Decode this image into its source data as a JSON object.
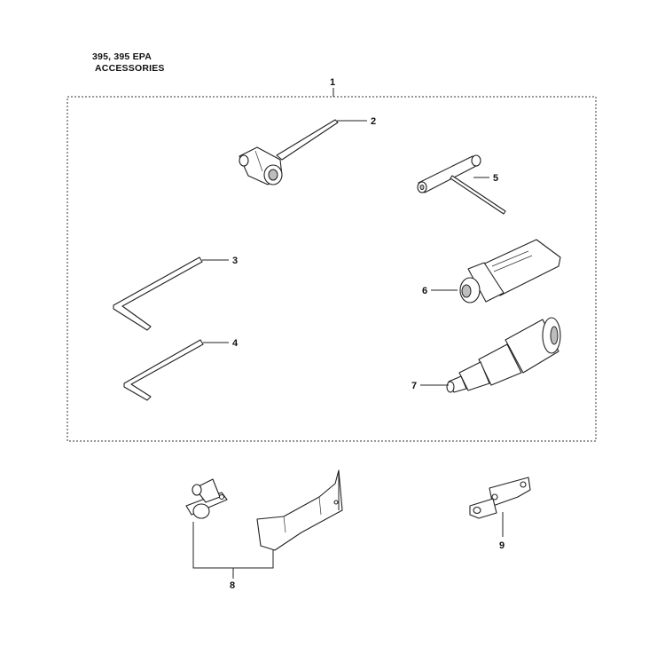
{
  "header": {
    "model": "395, 395 EPA",
    "section": "ACCESSORIES"
  },
  "callouts": [
    "1",
    "2",
    "3",
    "4",
    "5",
    "6",
    "7",
    "8",
    "9"
  ],
  "parts": [
    {
      "ref": "2",
      "icon": "combination-spanner-icon"
    },
    {
      "ref": "3",
      "icon": "hex-key-large-icon"
    },
    {
      "ref": "4",
      "icon": "hex-key-small-icon"
    },
    {
      "ref": "5",
      "icon": "t-wrench-icon"
    },
    {
      "ref": "6",
      "icon": "grease-tube-icon"
    },
    {
      "ref": "7",
      "icon": "grease-gun-icon"
    },
    {
      "ref": "8",
      "icon": "bar-guard-icon"
    },
    {
      "ref": "9",
      "icon": "bracket-icon"
    }
  ]
}
